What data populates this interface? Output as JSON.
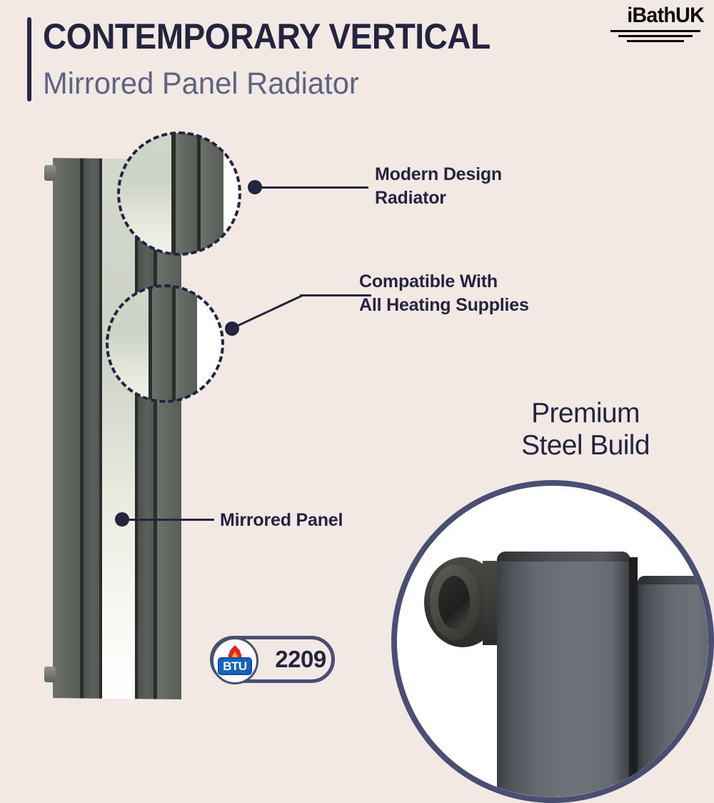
{
  "page": {
    "background_color": "#f2e9e4",
    "accent_dark": "#252440",
    "accent_slate": "#5d6383",
    "accent_ring": "#4a4e72"
  },
  "header": {
    "title": "CONTEMPORARY VERTICAL",
    "subtitle": "Mirrored Panel Radiator"
  },
  "logo": {
    "brand": "iBathUK",
    "rule_count": 3
  },
  "product": {
    "name": "Mirrored Panel Radiator",
    "finish_color": "#626661",
    "mirror_color": "#d4d8cc"
  },
  "callouts": [
    {
      "id": "modern-design",
      "line1": "Modern Design",
      "line2": "Radiator"
    },
    {
      "id": "compatible-supplies",
      "line1": "Compatible With",
      "line2": "All Heating Supplies"
    },
    {
      "id": "mirrored-panel",
      "line1": "Mirrored Panel",
      "line2": ""
    }
  ],
  "premium": {
    "line1": "Premium",
    "line2": "Steel Build"
  },
  "btu": {
    "label": "BTU",
    "value": "2209",
    "icon": "flame-icon",
    "plate_color": "#1565c0",
    "flame_color": "#e02626"
  }
}
